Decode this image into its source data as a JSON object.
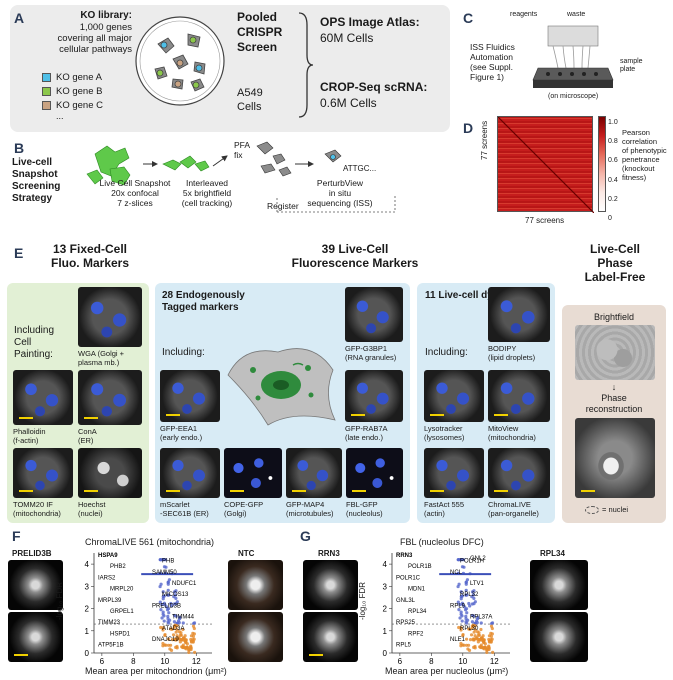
{
  "panelA": {
    "letter": "A",
    "ko_library_title": "KO library:",
    "ko_library_desc": [
      "1,000 genes",
      "covering all major",
      "cellular pathways"
    ],
    "genes": [
      {
        "label": "KO gene A",
        "color": "#4fc0e8"
      },
      {
        "label": "KO gene B",
        "color": "#8cc84b"
      },
      {
        "label": "KO gene C",
        "color": "#c9a382"
      }
    ],
    "ellipsis": "...",
    "screen_title": [
      "Pooled",
      "CRISPR",
      "Screen"
    ],
    "cells_label": [
      "A549",
      "Cells"
    ],
    "ops_title": "OPS Image Atlas:",
    "ops_value": "60M Cells",
    "crop_title": "CROP-Seq scRNA:",
    "crop_value": "0.6M Cells"
  },
  "panelB": {
    "letter": "B",
    "title": [
      "Live-cell",
      "Snapshot",
      "Screening",
      "Strategy"
    ],
    "step1": [
      "Live Cell Snapshot",
      "20x confocal",
      "7 z-slices"
    ],
    "step2": [
      "Interleaved",
      "5x brightfield",
      "(cell tracking)"
    ],
    "pfa": [
      "PFA",
      "fix"
    ],
    "step3": [
      "PerturbView",
      "in situ",
      "sequencing (ISS)"
    ],
    "seq": "ATTGC...",
    "register": "Register"
  },
  "panelC": {
    "letter": "C",
    "reagents": "reagents",
    "waste": "waste",
    "desc": [
      "ISS Fluidics",
      "Automation",
      "(see Suppl.",
      "Figure 1)"
    ],
    "sample": [
      "sample",
      "plate"
    ],
    "on_scope": "(on microscope)"
  },
  "panelD": {
    "letter": "D",
    "xlabel": "77 screens",
    "ylabel": "77 screens",
    "ticks": [
      "1.0",
      "0.8",
      "0.6",
      "0.4",
      "0.2",
      "0"
    ],
    "legend": [
      "Pearson",
      "correlation",
      "of phenotypic",
      "penetrance",
      "(knockout",
      "fitness)"
    ]
  },
  "panelE": {
    "letter": "E",
    "fixed_title": [
      "13 Fixed-Cell",
      "Fluo. Markers"
    ],
    "live_title": [
      "39 Live-Cell",
      "Fluorescence Markers"
    ],
    "phase_title": [
      "Live-Cell",
      "Phase",
      "Label-Free"
    ],
    "including_cp": [
      "Including",
      "Cell",
      "Painting:"
    ],
    "fixed_markers": [
      [
        "WGA (Golgi +",
        "plasma mb.)"
      ],
      [
        "Phalloidin",
        "(f-actin)"
      ],
      [
        "ConA",
        "(ER)"
      ],
      [
        "TOMM20 IF",
        "(mitochondria)"
      ],
      [
        "Hoechst",
        "(nuclei)"
      ]
    ],
    "endo_title": [
      "28 Endogenously",
      "Tagged markers"
    ],
    "endo_including": "Including:",
    "endo_markers": [
      [
        "GFP-G3BP1",
        "(RNA granules)"
      ],
      [
        "GFP-EEA1",
        "(early endo.)"
      ],
      [
        "GFP-RAB7A",
        "(late endo.)"
      ],
      [
        "mScarlet",
        "-SEC61B (ER)"
      ],
      [
        "COPE-GFP",
        "(Golgi)"
      ],
      [
        "GFP-MAP4",
        "(microtubules)"
      ],
      [
        "FBL-GFP",
        "(nucleolus)"
      ]
    ],
    "dyes_title": "11 Live-cell dyes",
    "dyes_including": "Including:",
    "dye_markers": [
      [
        "BODIPY",
        "(lipid droplets)"
      ],
      [
        "Lysotracker",
        "(lysosomes)"
      ],
      [
        "MitoView",
        "(mitochondria)"
      ],
      [
        "FastAct 555",
        "(actin)"
      ],
      [
        "ChromaLIVE",
        "(pan-organelle)"
      ]
    ],
    "brightfield": "Brightfield",
    "phase_recon": [
      "Phase",
      "reconstruction"
    ],
    "nuclei": "= nuclei"
  },
  "panelF": {
    "letter": "F",
    "left_gene": "PRELID3B",
    "right_gene": "NTC",
    "title": "ChromaLIVE 561 (mitochondria)",
    "ylabel": "-log₁₀ FDR",
    "xlabel": "Mean area per mitochondrion (μm²)",
    "xticks": [
      "6",
      "8",
      "10",
      "12"
    ],
    "yticks": [
      "0",
      "1",
      "2",
      "3",
      "4"
    ],
    "labels": [
      "HSPA9",
      "PHB",
      "PHB2",
      "SAMM50",
      "IARS2",
      "NDUFC1",
      "MRPL20",
      "MICOS13",
      "MRPL39",
      "PRELID3B",
      "GRPEL1",
      "TIMM44",
      "TIMM23",
      "ATAD3A",
      "HSPD1",
      "DNAJC19",
      "ATP5F1B"
    ],
    "accent": "#e58a2b",
    "point_color": "#5566cc"
  },
  "panelG": {
    "letter": "G",
    "left_gene": "RRN3",
    "right_gene": "RPL34",
    "title": "FBL (nucleolus DFC)",
    "ylabel": "-log₁₀ FDR",
    "xlabel": "Mean area per nucleolus (μm²)",
    "xticks": [
      "6",
      "8",
      "10",
      "12"
    ],
    "yticks": [
      "0",
      "1",
      "2",
      "3",
      "4"
    ],
    "labels": [
      "RRN3",
      "POLR1H",
      "POLR1B",
      "NCL",
      "POLR1C",
      "LTV1",
      "MDN1",
      "RPL32",
      "GNL3L",
      "RPL9",
      "RPL34",
      "RPL37A",
      "RPS25",
      "RPL30",
      "RPF2",
      "NLE1",
      "RPL5",
      "GNL2"
    ]
  }
}
